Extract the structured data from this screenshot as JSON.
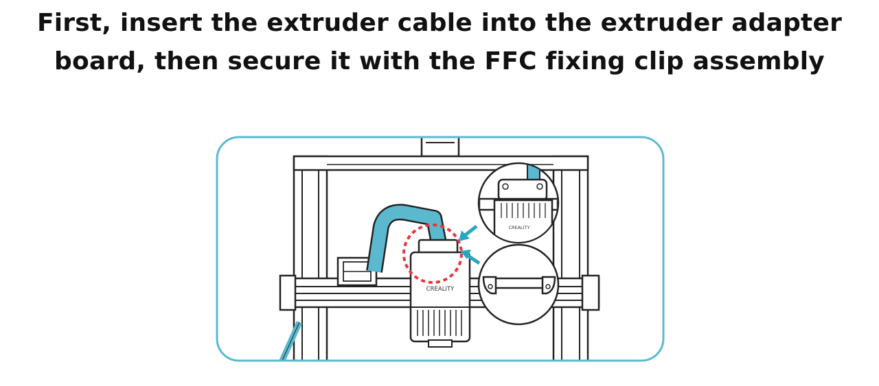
{
  "title": {
    "line1": "First, insert the extruder cable into the extruder adapter",
    "line2": "board, then secure it with the FFC fixing clip assembly"
  },
  "diagram": {
    "main_brand_label": "CREALITY",
    "inset_brand_label": "CREALITY",
    "frame_color": "#5bb9cf",
    "cable_color": "#5bb9cf",
    "highlight_color": "#e8343e",
    "arrow_color": "#2aa7c0"
  }
}
